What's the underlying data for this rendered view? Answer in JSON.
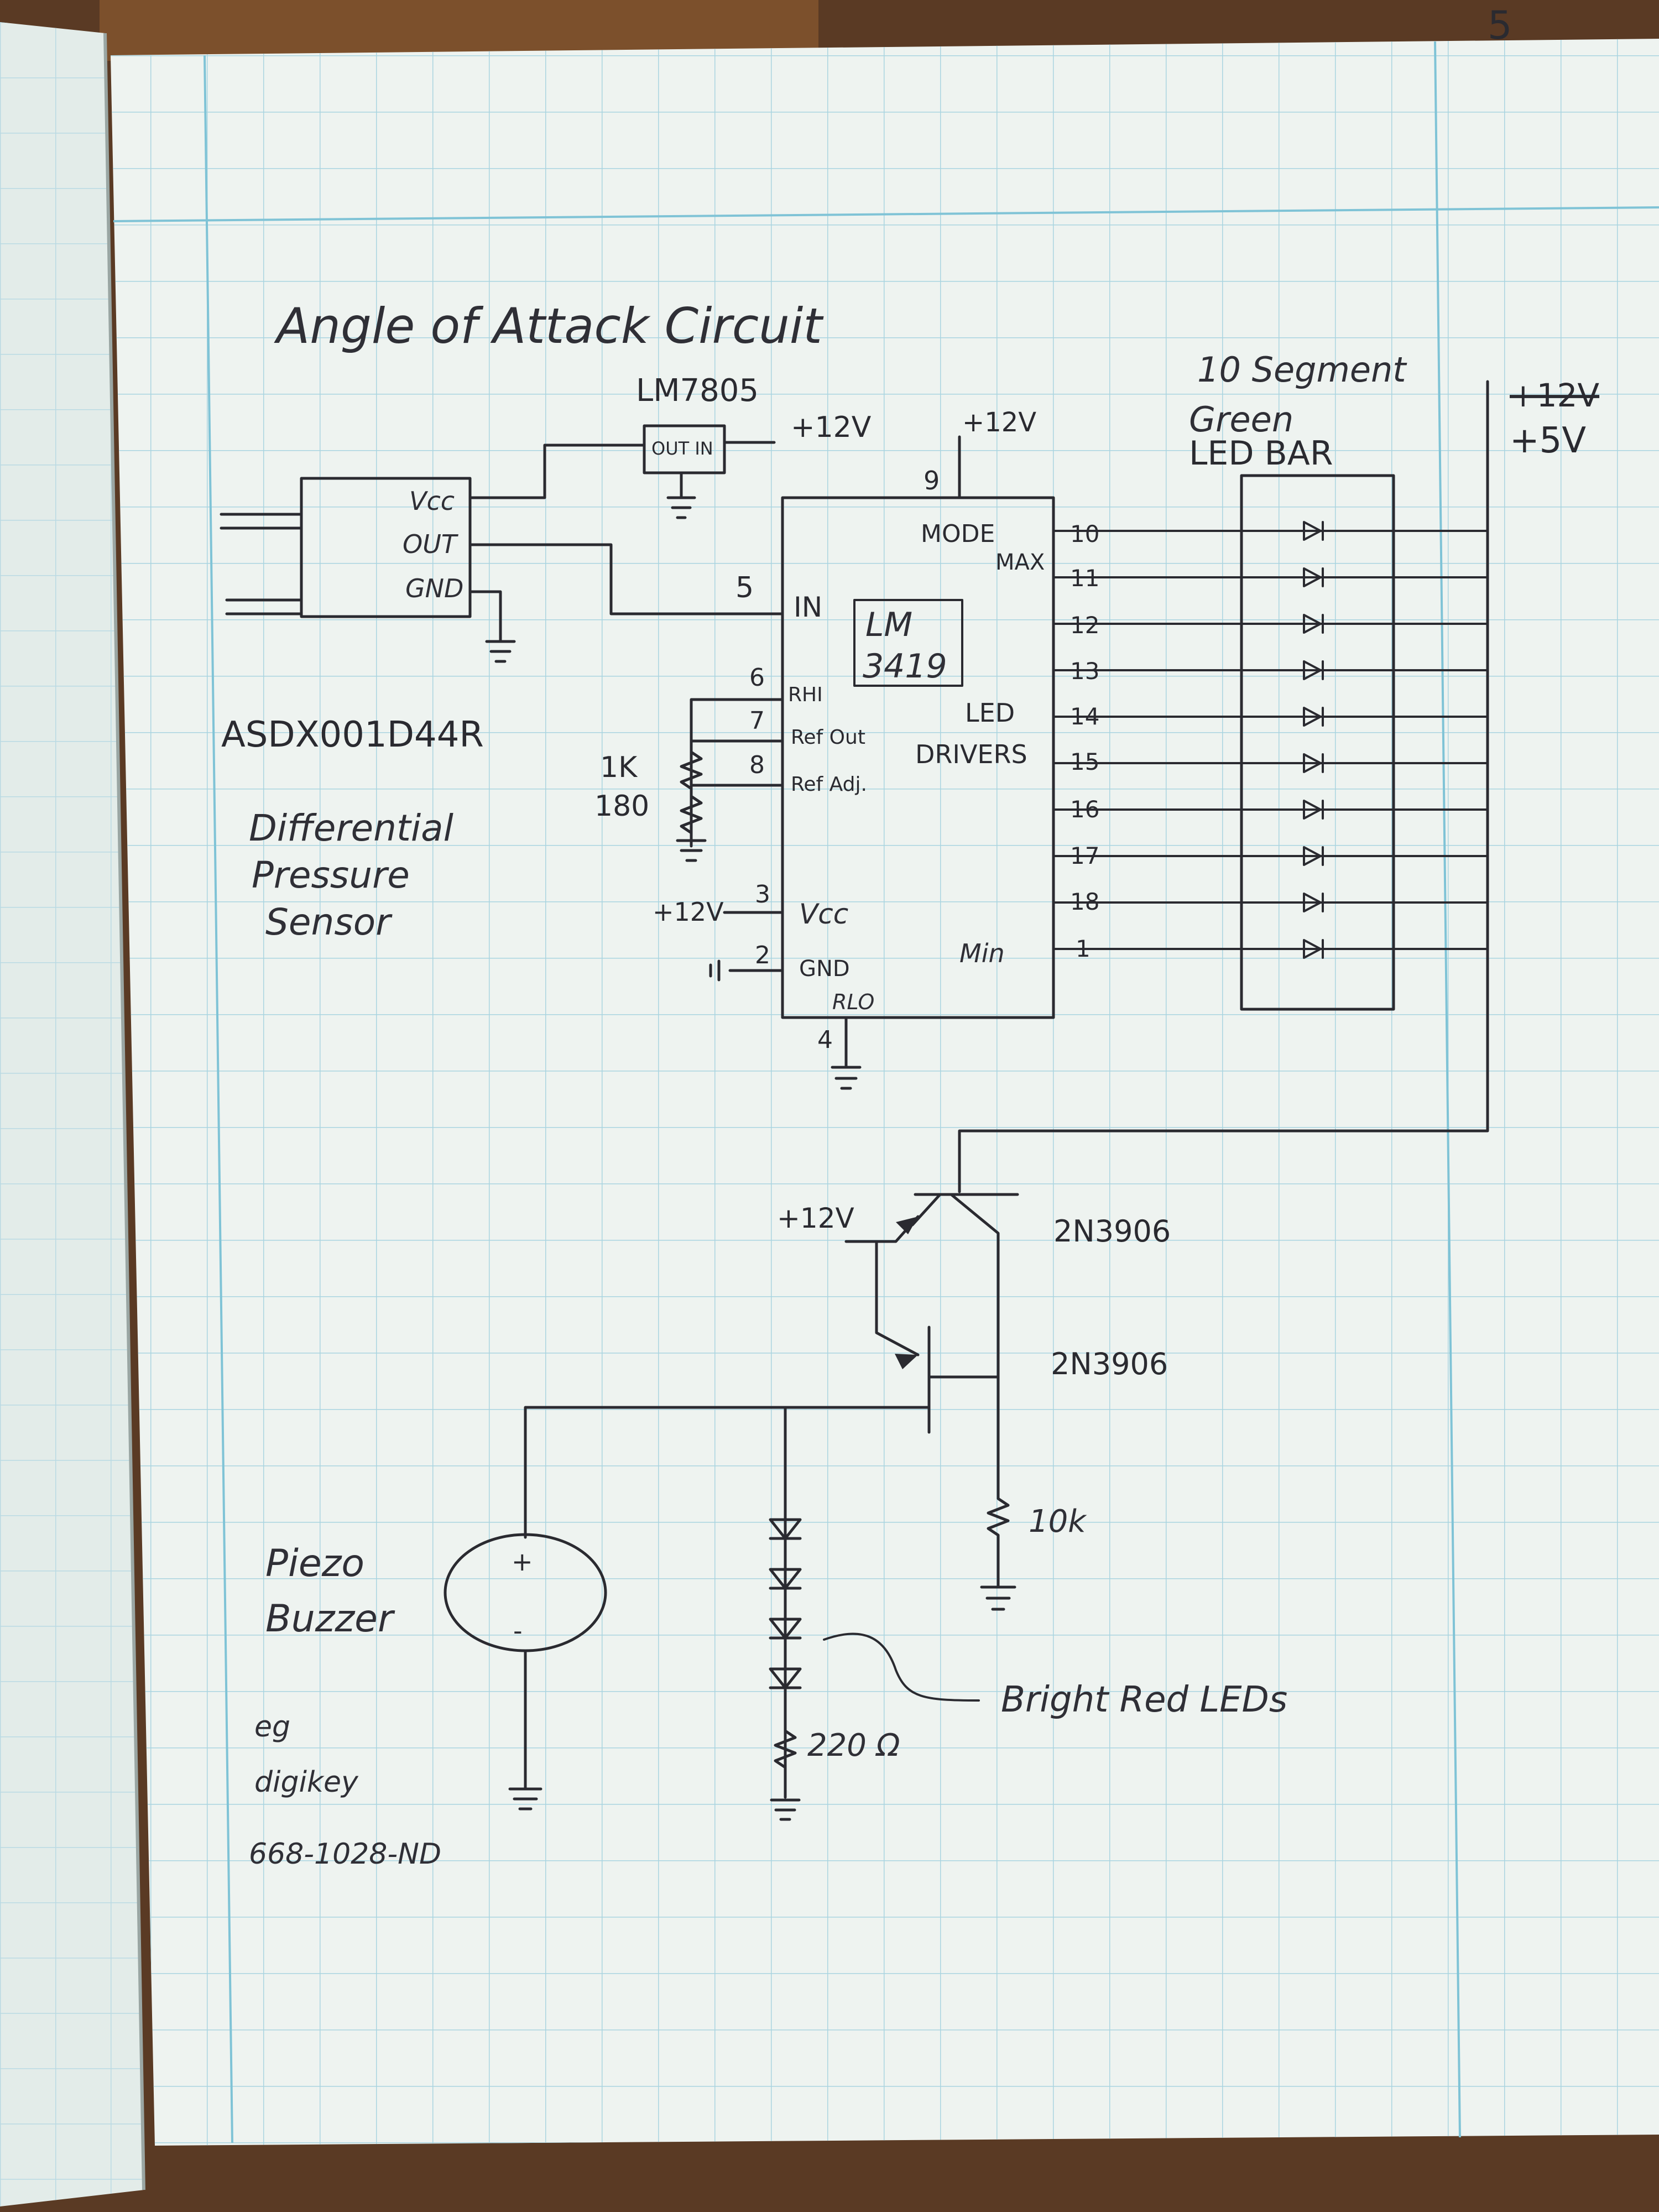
{
  "page_number": "5",
  "title": "Angle of Attack Circuit",
  "regulator": {
    "part": "LM7805",
    "pins": "OUT IN",
    "supply": "+12V"
  },
  "sensor": {
    "pins": [
      "Vcc",
      "OUT",
      "GND"
    ],
    "part": "ASDX001D44R",
    "description_lines": [
      "Differential",
      "Pressure",
      "Sensor"
    ]
  },
  "driver_ic": {
    "part_lines": [
      "LM",
      "3419"
    ],
    "label_lines": [
      "LED",
      "DRIVERS"
    ],
    "pin9": "9",
    "pin9_supply": "+12V",
    "mode": "MODE",
    "max": "MAX",
    "in_pin": "5",
    "in_label": "IN",
    "left_pins": [
      {
        "num": "6",
        "label": "RHI"
      },
      {
        "num": "7",
        "label": "Ref Out"
      },
      {
        "num": "8",
        "label": "Ref Adj."
      },
      {
        "num": "3",
        "label": "Vcc"
      },
      {
        "num": "2",
        "label": "GND"
      }
    ],
    "vcc_supply": "+12V",
    "rlo": "RLO",
    "pin4": "4",
    "min": "Min",
    "output_pins": [
      "10",
      "11",
      "12",
      "13",
      "14",
      "15",
      "16",
      "17",
      "18",
      "1"
    ]
  },
  "ref_resistors": [
    "1K",
    "180"
  ],
  "led_bar": {
    "label_lines": [
      "10 Segment",
      "Green",
      "LED BAR"
    ],
    "supply_struck": "+12V",
    "supply": "+5V"
  },
  "transistors": [
    {
      "supply": "+12V",
      "part": "2N3906"
    },
    {
      "part": "2N3906"
    }
  ],
  "resistor_10k": "10k",
  "buzzer": {
    "label_lines": [
      "Piezo",
      "Buzzer"
    ],
    "plus": "+",
    "minus": "-",
    "eg_lines": [
      "eg",
      "digikey",
      "668-1028-ND"
    ]
  },
  "red_leds": {
    "resistor": "220 Ω",
    "label": "Bright Red LEDs"
  },
  "colors": {
    "paper": "#eef3f0",
    "grid": "#a9d4e0",
    "ink": "#2a2a30",
    "desk": "#5a3a24"
  }
}
